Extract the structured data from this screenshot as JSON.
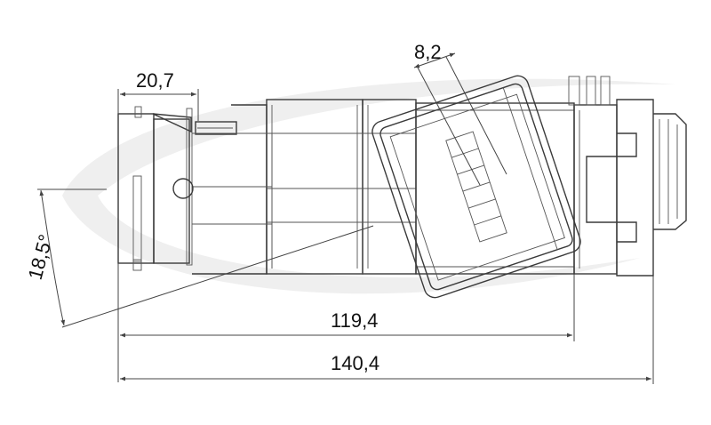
{
  "dimensions": {
    "top_left": "20,7",
    "top_right": "8,2",
    "angle": "18,5°",
    "inner_length": "119,4",
    "total_length": "140,4"
  },
  "colors": {
    "outline": "#3a3a3a",
    "watermark": "#eeeeee",
    "text": "#111111"
  }
}
